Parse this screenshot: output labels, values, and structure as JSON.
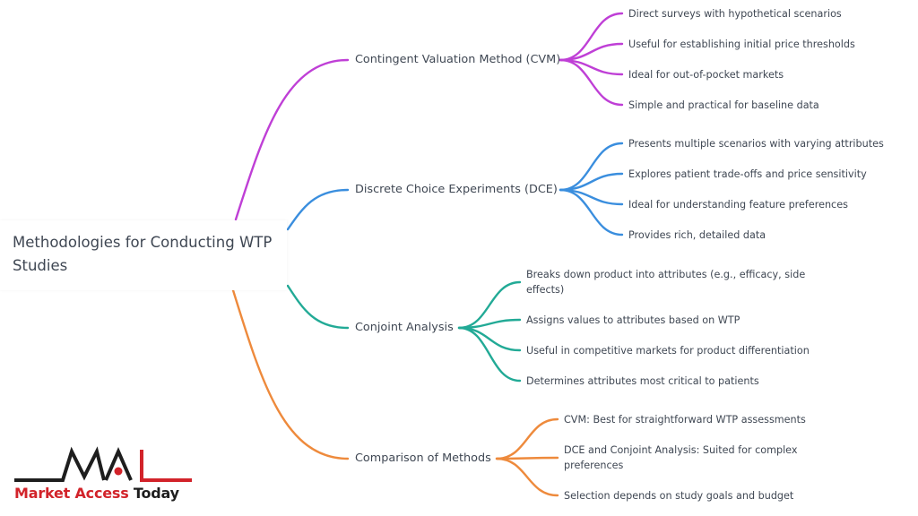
{
  "root": {
    "title": "Methodologies for Conducting WTP Studies"
  },
  "colors": {
    "cvm": "#bf3fd6",
    "dce": "#3a8ede",
    "conjoint": "#22aa96",
    "comparison": "#ee8a3c",
    "text": "#3f4753",
    "logo_red": "#d2232a",
    "logo_dark": "#1e1e1e"
  },
  "branches": [
    {
      "id": "cvm",
      "label": "Contingent Valuation Method (CVM)",
      "children": [
        "Direct surveys with hypothetical scenarios",
        "Useful for establishing initial price thresholds",
        "Ideal for out-of-pocket markets",
        "Simple and practical for baseline data"
      ]
    },
    {
      "id": "dce",
      "label": "Discrete Choice Experiments (DCE)",
      "children": [
        "Presents multiple scenarios with varying attributes",
        "Explores patient trade-offs and price sensitivity",
        "Ideal for understanding feature preferences",
        "Provides rich, detailed data"
      ]
    },
    {
      "id": "conjoint",
      "label": "Conjoint Analysis",
      "children": [
        "Breaks down product into attributes (e.g., efficacy, side effects)",
        "Assigns values to attributes based on WTP",
        "Useful in competitive markets for product differentiation",
        "Determines attributes most critical to patients"
      ]
    },
    {
      "id": "comparison",
      "label": "Comparison of Methods",
      "children": [
        "CVM: Best for straightforward WTP assessments",
        "DCE and Conjoint Analysis: Suited for complex preferences",
        "Selection depends on study goals and budget"
      ]
    }
  ],
  "logo": {
    "mark": "MAL",
    "text_red": "Market Access",
    "text_dark": "Today"
  }
}
